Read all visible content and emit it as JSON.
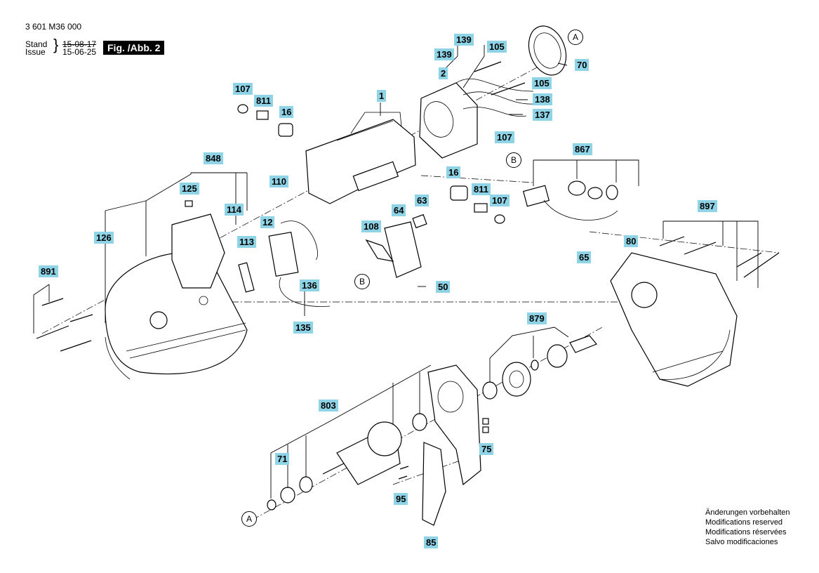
{
  "header": {
    "part_number": "3 601 M36 000",
    "stand_label": "Stand",
    "issue_label": "Issue",
    "stand_date": "15-08-17",
    "issue_date": "15-06-25",
    "figure": "Fig. /Abb. 2"
  },
  "refs": {
    "a": "A",
    "b": "B"
  },
  "labels": {
    "p1": "1",
    "p2": "2",
    "p12": "12",
    "p16a": "16",
    "p16b": "16",
    "p50": "50",
    "p63": "63",
    "p64": "64",
    "p65": "65",
    "p70": "70",
    "p71": "71",
    "p75": "75",
    "p80": "80",
    "p85": "85",
    "p95": "95",
    "p105a": "105",
    "p105b": "105",
    "p107a": "107",
    "p107b": "107",
    "p107c": "107",
    "p108": "108",
    "p110": "110",
    "p113": "113",
    "p114": "114",
    "p125": "125",
    "p126": "126",
    "p135": "135",
    "p136": "136",
    "p137": "137",
    "p138": "138",
    "p139a": "139",
    "p139b": "139",
    "p803": "803",
    "p811a": "811",
    "p811b": "811",
    "p848": "848",
    "p867": "867",
    "p879": "879",
    "p891": "891",
    "p897": "897"
  },
  "notes": {
    "de": "Änderungen vorbehalten",
    "en": "Modifications reserved",
    "fr": "Modifications réservées",
    "es": "Salvo modificaciones"
  }
}
